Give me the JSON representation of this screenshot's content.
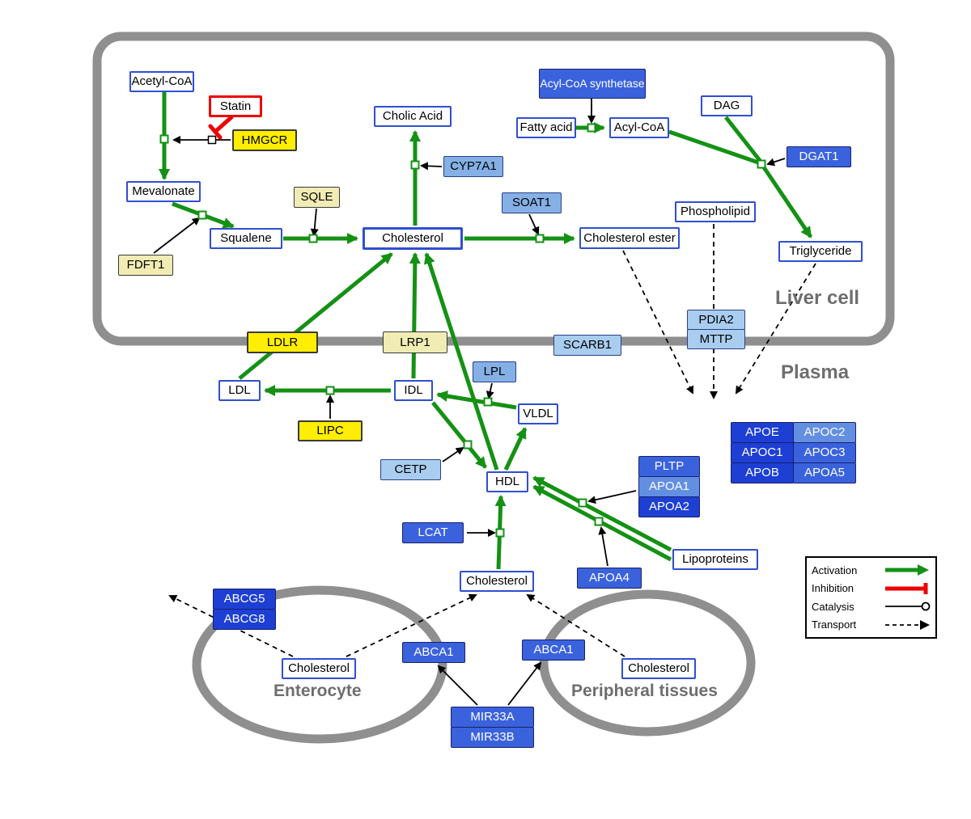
{
  "regions": {
    "liver": "Liver cell",
    "plasma": "Plasma",
    "enterocyte": "Enterocyte",
    "peripheral": "Peripheral tissues"
  },
  "nodes": {
    "acetyl_coa": {
      "label": "Acetyl-CoA"
    },
    "statin": {
      "label": "Statin"
    },
    "hmgcr": {
      "label": "HMGCR"
    },
    "mevalonate": {
      "label": "Mevalonate"
    },
    "sqle": {
      "label": "SQLE"
    },
    "fdft1": {
      "label": "FDFT1"
    },
    "squalene": {
      "label": "Squalene"
    },
    "cholesterol_liver": {
      "label": "Cholesterol"
    },
    "cholic_acid": {
      "label": "Cholic Acid"
    },
    "cyp7a1": {
      "label": "CYP7A1"
    },
    "soat1": {
      "label": "SOAT1"
    },
    "cholesterol_ester": {
      "label": "Cholesterol ester"
    },
    "acyl_coa_synthetase": {
      "label": "Acyl-CoA synthetase"
    },
    "fatty_acid": {
      "label": "Fatty acid"
    },
    "acyl_coa": {
      "label": "Acyl-CoA"
    },
    "dag": {
      "label": "DAG"
    },
    "dgat1": {
      "label": "DGAT1"
    },
    "phospholipid": {
      "label": "Phospholipid"
    },
    "triglyceride": {
      "label": "Triglyceride"
    },
    "pdia2": {
      "label": "PDIA2"
    },
    "mttp": {
      "label": "MTTP"
    },
    "ldlr": {
      "label": "LDLR"
    },
    "lrp1": {
      "label": "LRP1"
    },
    "scarb1": {
      "label": "SCARB1"
    },
    "ldl": {
      "label": "LDL"
    },
    "idl": {
      "label": "IDL"
    },
    "lipc": {
      "label": "LIPC"
    },
    "lpl": {
      "label": "LPL"
    },
    "vldl": {
      "label": "VLDL"
    },
    "cetp": {
      "label": "CETP"
    },
    "hdl": {
      "label": "HDL"
    },
    "pltp": {
      "label": "PLTP"
    },
    "apoa1": {
      "label": "APOA1"
    },
    "apoa2": {
      "label": "APOA2"
    },
    "lcat": {
      "label": "LCAT"
    },
    "apoa4": {
      "label": "APOA4"
    },
    "lipoproteins": {
      "label": "Lipoproteins"
    },
    "apoe": {
      "label": "APOE"
    },
    "apoc2": {
      "label": "APOC2"
    },
    "apoc1": {
      "label": "APOC1"
    },
    "apoc3": {
      "label": "APOC3"
    },
    "apob": {
      "label": "APOB"
    },
    "apoa5": {
      "label": "APOA5"
    },
    "cholesterol_plasma": {
      "label": "Cholesterol"
    },
    "abcg5": {
      "label": "ABCG5"
    },
    "abcg8": {
      "label": "ABCG8"
    },
    "cholesterol_enterocyte": {
      "label": "Cholesterol"
    },
    "abca1_enterocyte": {
      "label": "ABCA1"
    },
    "abca1_peripheral": {
      "label": "ABCA1"
    },
    "cholesterol_peripheral": {
      "label": "Cholesterol"
    },
    "mir33a": {
      "label": "MIR33A"
    },
    "mir33b": {
      "label": "MIR33B"
    }
  },
  "legend": {
    "items": [
      {
        "label": "Activation",
        "type": "activation"
      },
      {
        "label": "Inhibition",
        "type": "inhibition"
      },
      {
        "label": "Catalysis",
        "type": "catalysis"
      },
      {
        "label": "Transport",
        "type": "transport"
      }
    ]
  },
  "colors": {
    "activation": "#149114",
    "inhibition": "#ee0000",
    "membrane": "#8f8f8f",
    "metabolite_border": "#2f4fd0",
    "gene_yellow": "#ffee00",
    "gene_cream": "#f0ecb4",
    "gene_blue_dark": "#1d3fd4",
    "gene_blue": "#3a62dd",
    "gene_blue_medium": "#638fe2",
    "gene_blue_light_medium": "#85b0e6",
    "gene_blue_light": "#a9cdee"
  }
}
